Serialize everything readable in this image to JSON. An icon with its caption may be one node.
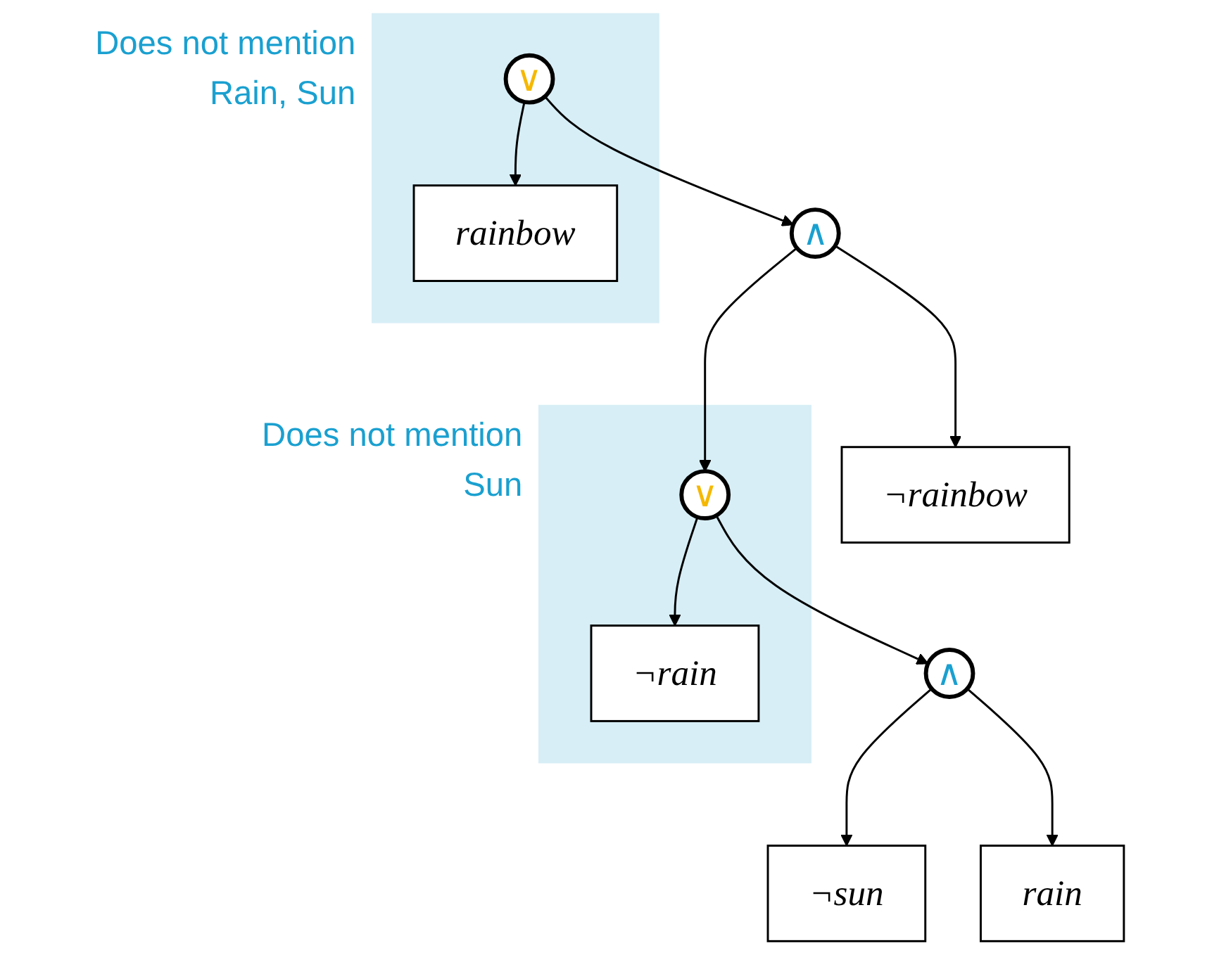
{
  "diagram": {
    "nodes": [
      {
        "text": [
          "Does not mention",
          "Rain, Sun"
        ]
      },
      {
        "text": [
          "∨"
        ],
        "in": 0
      },
      {
        "text": [
          "rainbow"
        ],
        "in": 0
      },
      {
        "text": [
          "∧"
        ]
      },
      {
        "text": [
          "Does not mention",
          "Sun"
        ]
      },
      {
        "text": [
          "∨"
        ],
        "in": 4
      },
      {
        "text": [
          "¬rain"
        ],
        "in": 4
      },
      {
        "text": [
          "¬rainbow"
        ]
      },
      {
        "text": [
          "∧"
        ]
      },
      {
        "text": [
          "¬sun"
        ]
      },
      {
        "text": [
          "rain"
        ]
      }
    ],
    "edges": [
      {
        "from": 1,
        "to": 2,
        "arrow": "to"
      },
      {
        "from": 1,
        "to": 3,
        "arrow": "to"
      },
      {
        "from": 3,
        "to": 5,
        "arrow": "to"
      },
      {
        "from": 3,
        "to": 7,
        "arrow": "to"
      },
      {
        "from": 5,
        "to": 6,
        "arrow": "to"
      },
      {
        "from": 5,
        "to": 8,
        "arrow": "to"
      },
      {
        "from": 8,
        "to": 9,
        "arrow": "to"
      },
      {
        "from": 8,
        "to": 10,
        "arrow": "to"
      }
    ]
  }
}
